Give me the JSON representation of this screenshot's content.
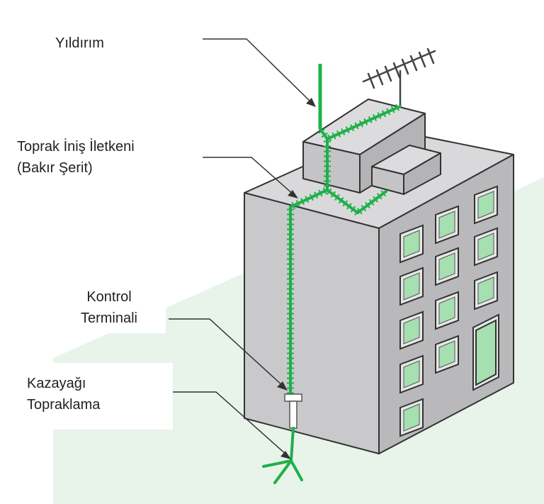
{
  "labels": {
    "lightning": "Yıldırım",
    "down_conductor_line1": "Toprak İniş İletkeni",
    "down_conductor_line2": "(Bakır Şerit)",
    "control_terminal_line1": "Kontrol",
    "control_terminal_line2": "Terminali",
    "grounding_line1": "Kazayağı",
    "grounding_line2": "Topraklama"
  },
  "colors": {
    "conductor": "#1fb04a",
    "background_tint": "#e8f4ea",
    "wall_left": "#c9c9cb",
    "wall_right": "#b9b9bb",
    "roof": "#d9d9db",
    "window_glass": "#a6dfb0",
    "outline": "#333333"
  }
}
